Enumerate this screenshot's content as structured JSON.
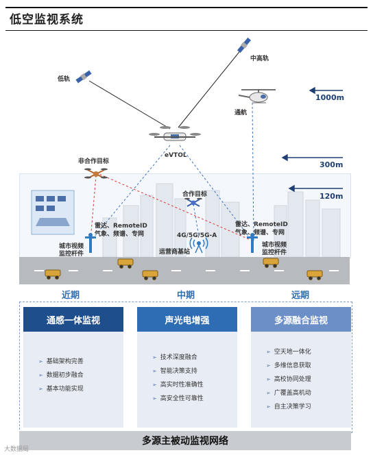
{
  "title": "低空监视系统",
  "diagram": {
    "satellites": {
      "low": "低轨",
      "mid_high": "中高轨"
    },
    "aircraft": {
      "general_aviation": "通航",
      "evtol": "eVTOL",
      "non_cooperative": "非合作目标",
      "cooperative": "合作目标"
    },
    "altitudes": {
      "a1": "1000m",
      "a2": "300m",
      "a3": "120m"
    },
    "sensor_left": {
      "line1": "雷达、RemoteID",
      "line2": "气象、频谱、专网"
    },
    "sensor_right": {
      "line1": "雷达、RemoteID",
      "line2": "气象、频谱、专网"
    },
    "pole_left": {
      "line1": "城市视频",
      "line2": "监控杆件"
    },
    "pole_right": {
      "line1": "城市视频",
      "line2": "监控杆件"
    },
    "network": "4G/5G/5G-A",
    "base_station": "运营商基站"
  },
  "phases": [
    {
      "term": "近期",
      "title": "通感一体监视",
      "color": "#1f4e8c",
      "items": [
        "基础架构完善",
        "数据初步融合",
        "基本功能实现"
      ]
    },
    {
      "term": "中期",
      "title": "声光电增强",
      "color": "#2e6db3",
      "items": [
        "技术深度融合",
        "智能决策支持",
        "高实时性准确性",
        "高安全性可靠性"
      ]
    },
    {
      "term": "远期",
      "title": "多源融合监视",
      "color": "#6d8fc8",
      "items": [
        "空天地一体化",
        "多维信息获取",
        "高校协同处理",
        "广覆盖高机动",
        "自主决策学习"
      ]
    }
  ],
  "footer": "多源主被动监视网络",
  "watermark": "大数据局"
}
